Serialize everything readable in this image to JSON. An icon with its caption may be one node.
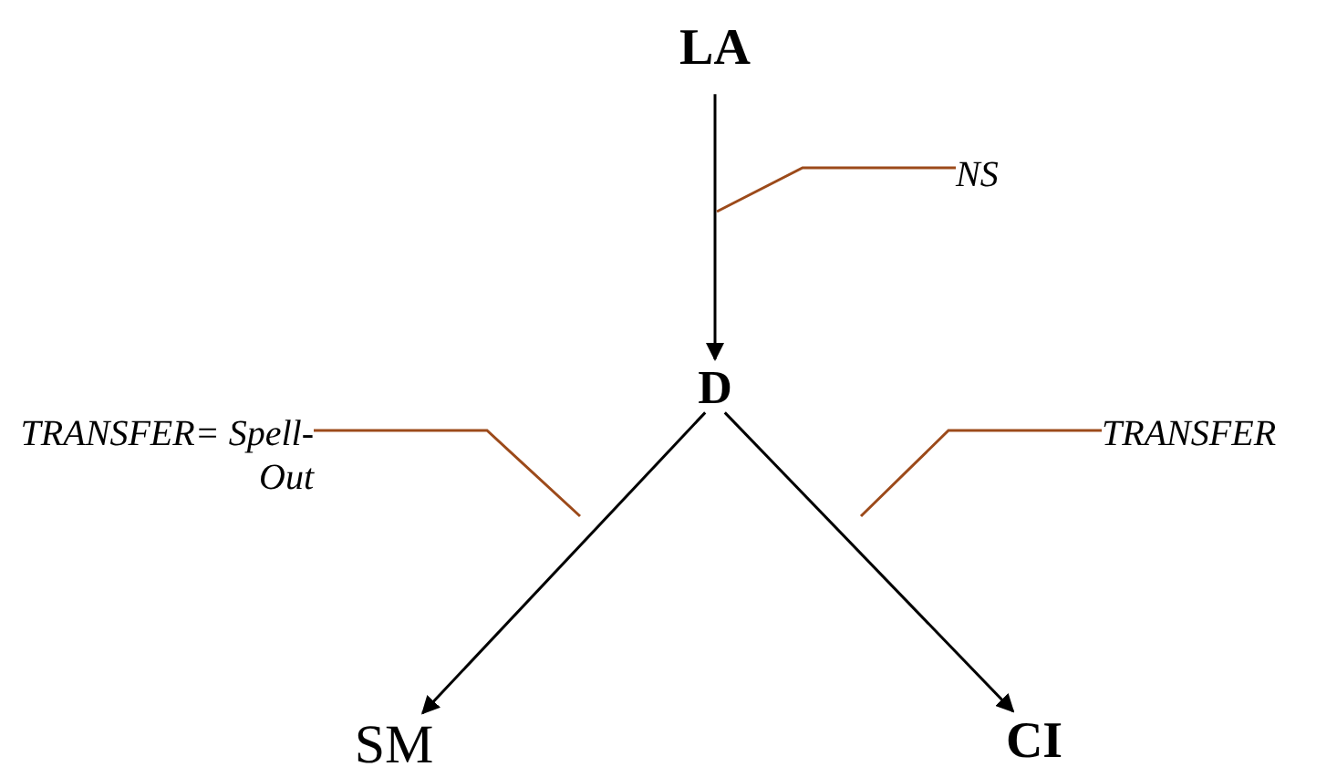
{
  "diagram": {
    "nodes": [
      {
        "text": [
          "LA"
        ]
      },
      {
        "text": [
          "D"
        ]
      },
      {
        "text": [
          "SM"
        ]
      },
      {
        "text": [
          "CI"
        ]
      },
      {
        "text": [
          "NS"
        ]
      },
      {
        "text": [
          "TRANSFER= Spell-Out"
        ]
      },
      {
        "text": [
          "TRANSFER"
        ]
      }
    ],
    "edges": [
      {
        "from": 0,
        "to": 1,
        "arrow": "to"
      },
      {
        "from": 1,
        "to": 2,
        "arrow": "to"
      },
      {
        "from": 1,
        "to": 3,
        "arrow": "to"
      },
      {
        "from": 4,
        "to": null,
        "arrow": "none",
        "color": "#9c4a1a"
      },
      {
        "from": 5,
        "to": null,
        "arrow": "none",
        "color": "#9c4a1a"
      },
      {
        "from": 6,
        "to": null,
        "arrow": "none",
        "color": "#9c4a1a"
      }
    ]
  }
}
